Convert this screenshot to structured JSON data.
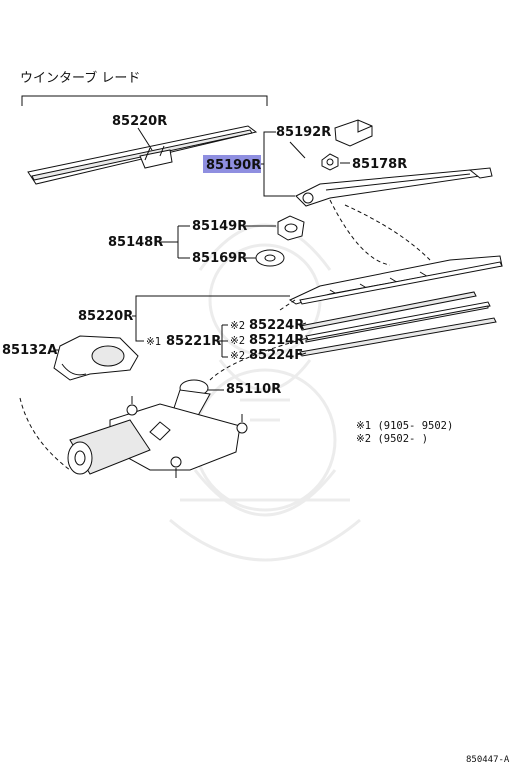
{
  "header": {
    "title": "ウインターブ レード"
  },
  "labels": {
    "p85220R_top": "85220R",
    "p85192R": "85192R",
    "p85190R": "85190R",
    "p85178R": "85178R",
    "p85149R": "85149R",
    "p85148R": "85148R",
    "p85169R": "85169R",
    "p85220R_mid": "85220R",
    "p85132A": "85132A",
    "p85221R": "85221R",
    "p85224R": "85224R",
    "p85214R": "85214R",
    "p85224F": "85224F",
    "p85110R": "85110R"
  },
  "marks": {
    "m1": "※1",
    "m2a": "※2",
    "m2b": "※2",
    "m2c": "※2"
  },
  "notes": {
    "note1": "※1 (9105- 9502)",
    "note2": "※2 (9502-      )"
  },
  "footer": {
    "code": "850447-A"
  },
  "colors": {
    "highlight": "#8f8fe0",
    "ink": "#111111",
    "watermark": "#ececec"
  }
}
